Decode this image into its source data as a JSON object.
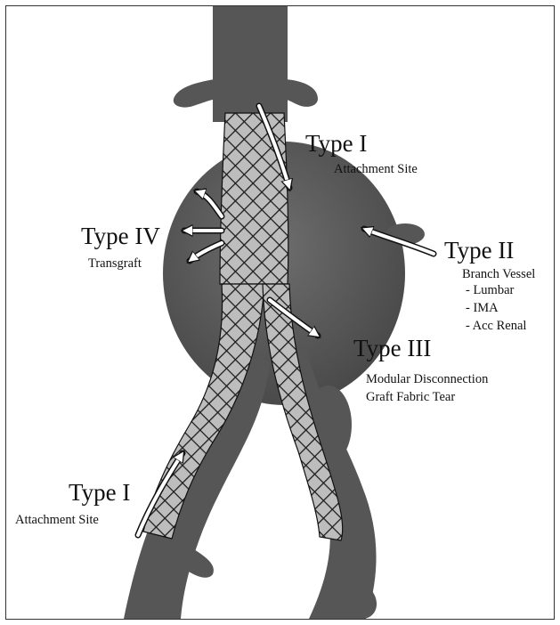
{
  "labels": {
    "type1_top": {
      "title": "Type I",
      "sub": "Attachment Site"
    },
    "type2": {
      "title": "Type II",
      "sub": "Branch Vessel",
      "items": [
        "- Lumbar",
        "- IMA",
        "- Acc Renal"
      ]
    },
    "type3": {
      "title": "Type III",
      "sub1": "Modular Disconnection",
      "sub2": "Graft Fabric Tear"
    },
    "type4": {
      "title": "Type IV",
      "sub": "Transgraft"
    },
    "type1_bottom": {
      "title": "Type I",
      "sub": "Attachment Site"
    }
  }
}
